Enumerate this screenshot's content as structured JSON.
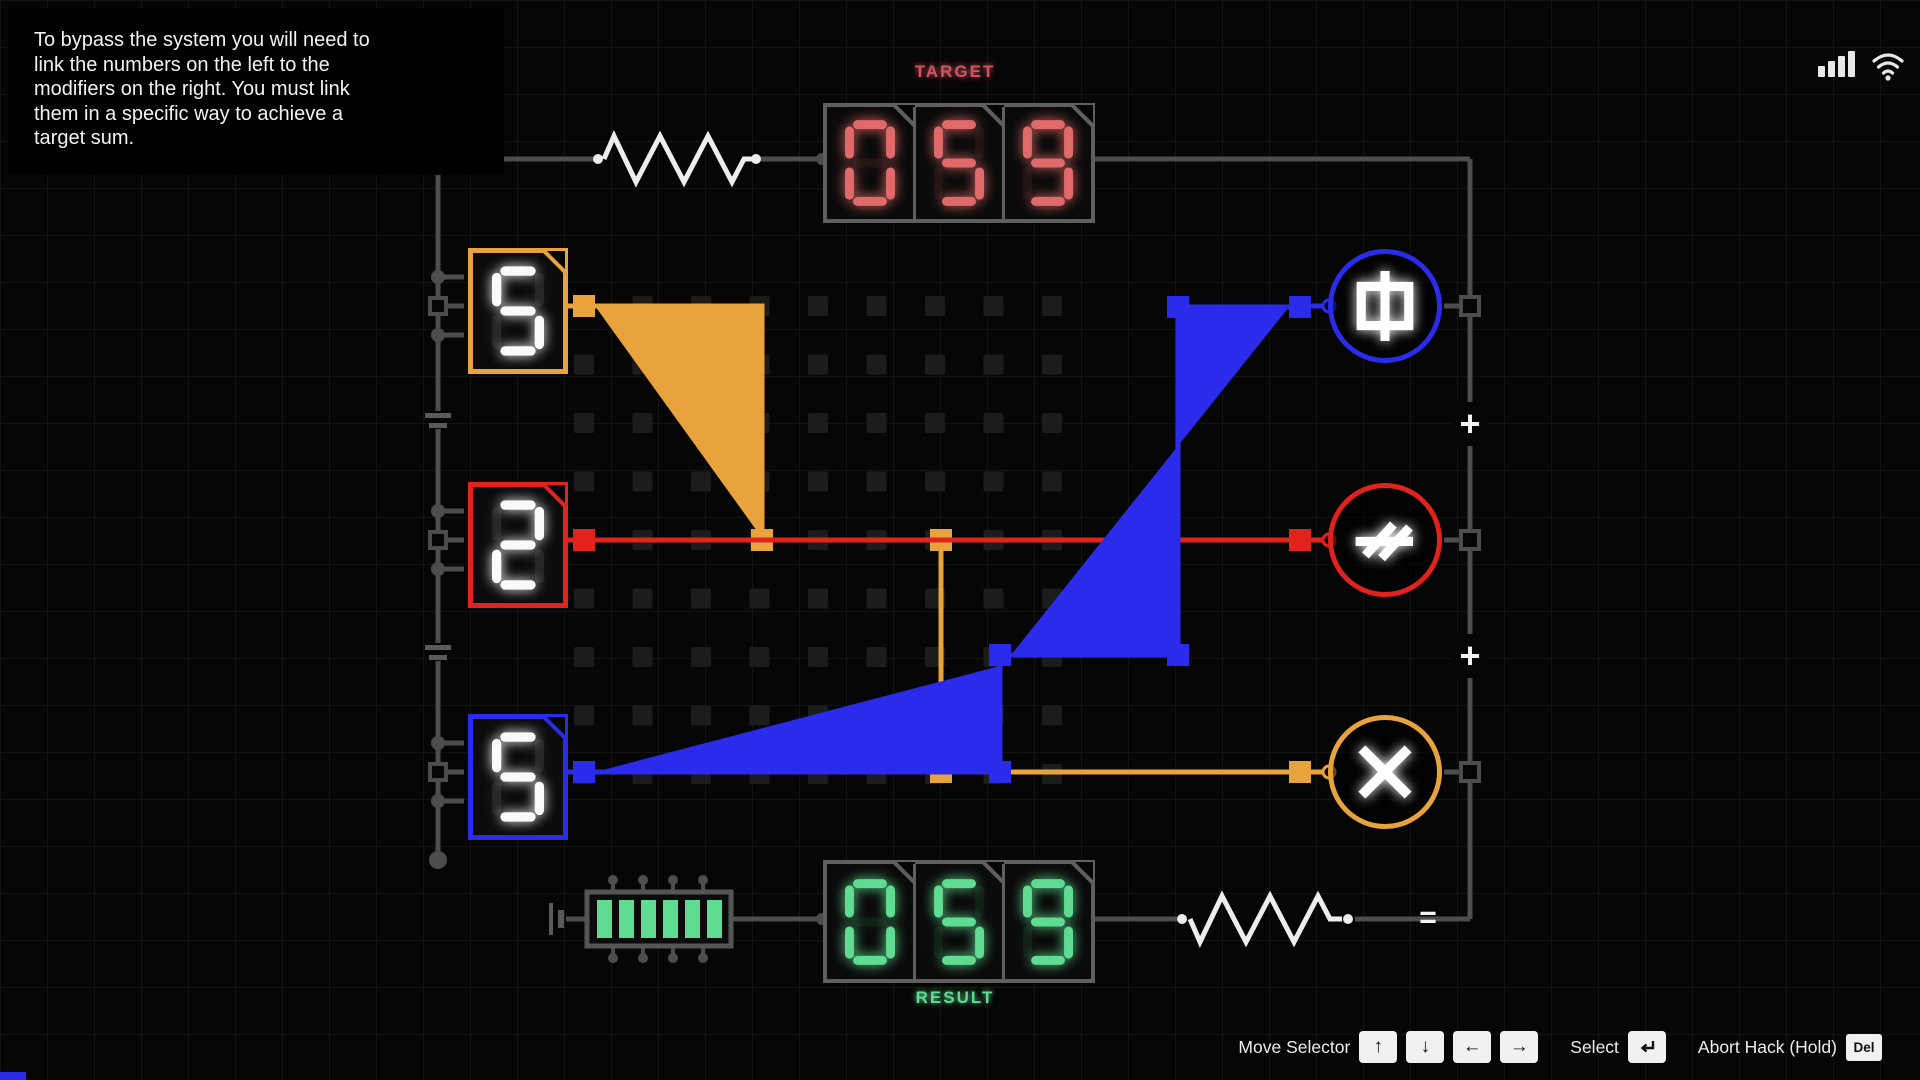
{
  "instructions": "To bypass the system you will need to\nlink the numbers on the left to the\nmodifiers on the right. You must link\nthem in a specific way to achieve a\ntarget sum.",
  "target": {
    "label": "TARGET",
    "digits": [
      "0",
      "5",
      "9"
    ]
  },
  "result": {
    "label": "RESULT",
    "digits": [
      "0",
      "5",
      "9"
    ]
  },
  "numbers": [
    {
      "value": "5",
      "wire": "yellow"
    },
    {
      "value": "2",
      "wire": "red"
    },
    {
      "value": "5",
      "wire": "blue"
    }
  ],
  "modifiers": [
    {
      "glyph": "phi-icon",
      "wire": "blue"
    },
    {
      "glyph": "double-slash-icon",
      "wire": "red"
    },
    {
      "glyph": "multiply-icon",
      "wire": "yellow"
    }
  ],
  "operators": {
    "plus_top": "+",
    "plus_bottom": "+",
    "equals": "="
  },
  "controls": {
    "move_label": "Move Selector",
    "keys": [
      "↑",
      "↓",
      "←",
      "→"
    ],
    "select_label": "Select",
    "abort_label": "Abort Hack (Hold)",
    "del_key": "Del"
  },
  "status_icons": [
    "signal-strength-icon",
    "wifi-icon"
  ],
  "colors": {
    "yellow": "#e8a33c",
    "red": "#e2231d",
    "blue": "#2b2ceb",
    "green": "#5fdc92",
    "frame": "#4d4d4d",
    "display_border": "#5f5f5f",
    "pad": "#1c1c1c",
    "target_digit": "#e06a6a",
    "target_label": "#cf5560",
    "digit_white": "#fafafa",
    "key_bg": "#f1f1f1",
    "white": "#ededed"
  }
}
